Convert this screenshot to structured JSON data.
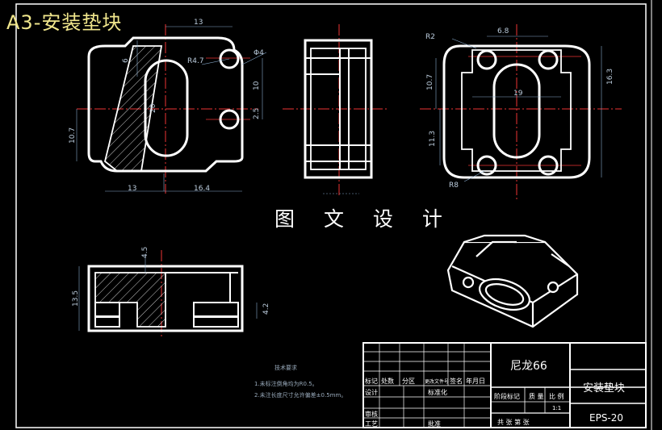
{
  "title": "A3-安装垫块",
  "watermark": "图 文 设 计",
  "dims": {
    "top_13": "13",
    "v_6": "6",
    "r47": "R4.7",
    "phi4": "Φ4",
    "v_10": "10",
    "v_20": "20",
    "h_107": "10.7",
    "v_25": "2.5",
    "b_13": "13",
    "b_164": "16.4",
    "r2_tl": "R2",
    "w_68": "6.8",
    "h_107r": "10.7",
    "h_163": "16.3",
    "w_19": "19",
    "h_113": "11.3",
    "r8": "R8",
    "f_45": "4.5",
    "f_135": "13.5",
    "f_42": "4.2"
  },
  "notes": {
    "heading": "技术要求",
    "line1": "1.未标注倒角均为R0.5。",
    "line2": "2.未注长度尺寸允许偏差±0.5mm。"
  },
  "titleblock": {
    "headers": [
      "标记",
      "处数",
      "分区",
      "更改文件号",
      "签名",
      "年月日"
    ],
    "design": "设计",
    "standard": "标准化",
    "review": "审核",
    "process": "工艺",
    "approve": "批准",
    "material": "尼龙66",
    "stage": "阶段标记",
    "weight": "质 量",
    "scale": "比 例",
    "scale_val": "1:1",
    "sheet": "共   张   第   张",
    "part_name": "安装垫块",
    "drawing_no": "EPS-20"
  }
}
